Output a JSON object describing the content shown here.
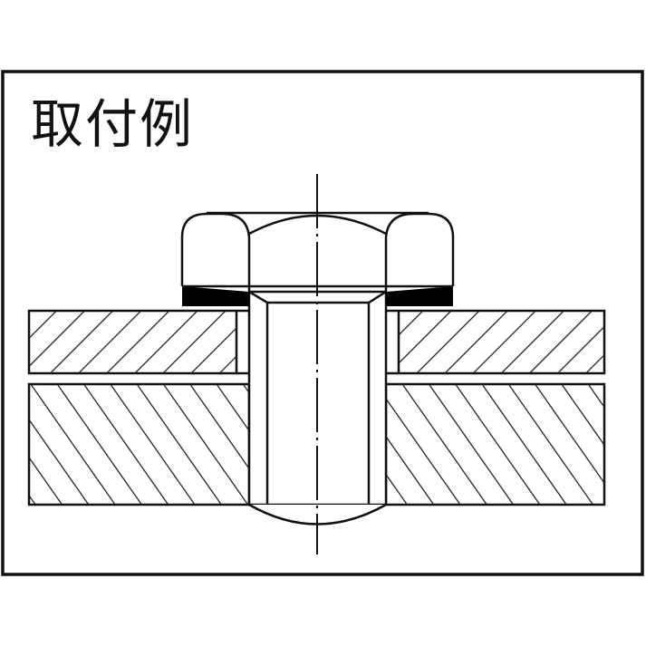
{
  "diagram": {
    "title": "取付例",
    "subject": "blind rivet nut / insert nut installation example (cross-section)",
    "colors": {
      "stroke": "#111111",
      "background": "#ffffff",
      "fill_washer": "#000000"
    },
    "components": [
      {
        "name": "frame",
        "description": "outer border"
      },
      {
        "name": "cap-nut-head",
        "description": "domed hexagon head with rounded lobes"
      },
      {
        "name": "flange-band",
        "description": "solid black bearing band under head"
      },
      {
        "name": "top-plate",
        "description": "thin upper plate, hatched section"
      },
      {
        "name": "bottom-plate",
        "description": "thick lower plate, hatched section (opposite hatch)"
      },
      {
        "name": "shank",
        "description": "cylindrical body through both plates with chamfered top"
      },
      {
        "name": "bulged-end",
        "description": "curved bottom of shank below plates"
      },
      {
        "name": "center-line",
        "description": "dash-dot vertical axis"
      }
    ]
  }
}
